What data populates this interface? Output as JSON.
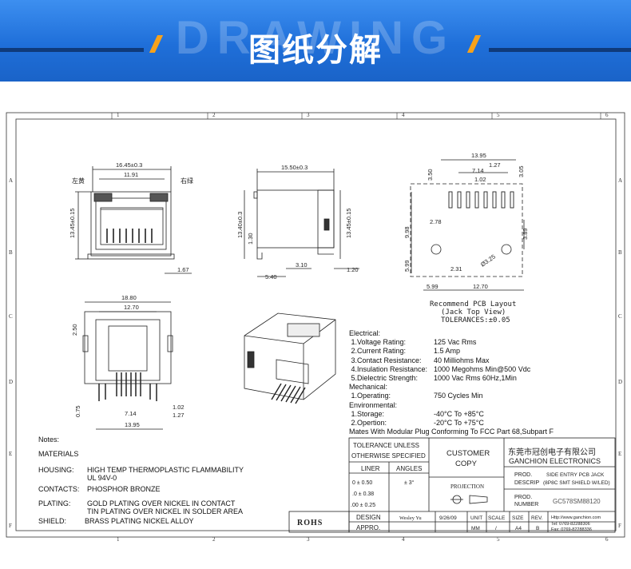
{
  "banner": {
    "title": "图纸分解",
    "background_text": "DRAWING",
    "color": "#2a7be4",
    "accent": "#f7a21b"
  },
  "frame": {
    "columns": [
      "1",
      "2",
      "3",
      "4",
      "5",
      "6"
    ],
    "rows": [
      "A",
      "B",
      "C",
      "D",
      "E",
      "F"
    ]
  },
  "front_view": {
    "dims": [
      "16.45±0.3",
      "11.91",
      "13.45±0.15",
      "1.67"
    ],
    "left_label": "左黄",
    "right_label": "右绿"
  },
  "side_view": {
    "dims": [
      "15.50±0.3",
      "13.40±0.3",
      "13.45±0.15",
      "1.30",
      "3.10",
      "5.40",
      "1.20"
    ]
  },
  "pcb_layout": {
    "dims": [
      "13.95",
      "1.27",
      "7.14",
      "1.02",
      "3.50",
      "3.05",
      "2.78",
      "9.98",
      "3.89",
      "5.99",
      "2.31",
      "Ø3.25",
      "5.99",
      "12.70"
    ],
    "caption_1": "Recommend PCB Layout",
    "caption_2": "(Jack Top View)",
    "tolerance": "TOLERANCES:±0.05"
  },
  "bottom_view": {
    "dims": [
      "18.80",
      "12.70",
      "2.50",
      "0.75",
      "7.14",
      "1.02",
      "1.27",
      "13.95"
    ]
  },
  "specs": {
    "electrical_title": "Electrical:",
    "rows": [
      {
        "label": " 1.Voltage Rating:",
        "value": "125 Vac Rms"
      },
      {
        "label": " 2.Current Rating:",
        "value": "1.5 Amp"
      },
      {
        "label": " 3.Contact Resistance:",
        "value": "40 Milliohms Max"
      },
      {
        "label": " 4.Insulation Resistance:",
        "value": "1000 Megohms Min@500 Vdc"
      },
      {
        "label": " 5.Dielectric Strength:",
        "value": "1000 Vac Rms 60Hz,1Min"
      }
    ],
    "mechanical_title": "Mechanical:",
    "mech_rows": [
      {
        "label": " 1.Operating:",
        "value": "750 Cycles Min"
      }
    ],
    "environmental_title": "Environmental:",
    "env_rows": [
      {
        "label": " 1.Storage:",
        "value": "-40°C To +85°C"
      },
      {
        "label": " 2.Opertion:",
        "value": "-20°C To +75°C"
      }
    ],
    "mates": "Mates With Modular Plug Conforming To FCC Part 68,Subpart F"
  },
  "notes": {
    "title": "Notes:",
    "materials": "MATERIALS",
    "items": [
      {
        "label": "HOUSING:",
        "value": "HIGH TEMP THERMOPLASTIC FLAMMABILITY",
        "value2": "UL 94V-0"
      },
      {
        "label": "CONTACTS:",
        "value": "PHOSPHOR BRONZE",
        "value2": ""
      },
      {
        "label": "PLATING:",
        "value": "GOLD PLATING OVER NICKEL IN CONTACT",
        "value2": "TIN PLATING OVER NICKEL IN SOLDER AREA"
      },
      {
        "label": "SHIELD:",
        "value": "BRASS PLATING NICKEL ALLOY",
        "value2": ""
      }
    ]
  },
  "title_block": {
    "tolerance_1": "TOLERANCE UNLESS",
    "tolerance_2": "OTHERWISE SPECIFIED",
    "linear": "LINER",
    "angles": "ANGLES",
    "tol_rows": [
      "0 ± 0.50",
      ".0 ± 0.38",
      ".00 ± 0.25"
    ],
    "angle_tol": "± 3°",
    "customer": "CUSTOMER",
    "copy": "COPY",
    "projection": "PROJECTION",
    "company_cn": "东莞市冠创电子有限公司",
    "company_en": "GANCHION ELECTRONICS",
    "prod_descrip_label_1": "PROD.",
    "prod_descrip_label_2": "DESCRIP",
    "prod_descrip_1": "SIDE ENTRY PCB JACK",
    "prod_descrip_2": "(8P8C SMT SHIELD W/LED)",
    "prod_number_label_1": "PROD.",
    "prod_number_label_2": "NUMBER",
    "prod_number": "GC578SM88120",
    "rohs": "ROHS",
    "design": "DESIGN",
    "designer": "Wesley Yu",
    "date": "9/26/09",
    "approv": "APPRO.",
    "unit": "UNIT",
    "unit_val": "MM",
    "scale": "SCALE",
    "scale_val": "/",
    "size": "SIZE",
    "size_val": "A4",
    "rev": "REV.",
    "rev_val": "B",
    "website": "Http://www.ganchion.com",
    "tel": "Tel: 0769-82288306",
    "fax": "Fax: 0769-82288336"
  }
}
